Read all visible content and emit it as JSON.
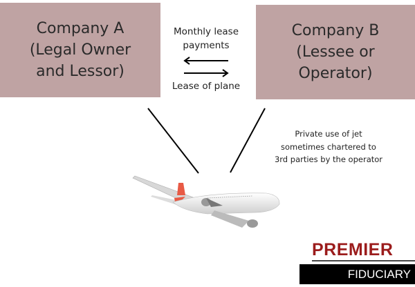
{
  "company_a": {
    "lines": [
      "Company A",
      "(Legal Owner",
      "and Lessor)"
    ]
  },
  "company_b": {
    "lines": [
      "Company B",
      "(Lessee or",
      "Operator)"
    ]
  },
  "arrows": {
    "payments_lines": [
      "Monthly lease",
      "payments"
    ],
    "lease_label": "Lease of plane"
  },
  "note": {
    "lines": [
      "Private use of jet",
      "sometimes chartered to",
      "3rd parties by the operator"
    ]
  },
  "logo": {
    "top": "PREMIER",
    "bottom": "FIDUCIARY"
  },
  "colors": {
    "box": "#bfa3a3",
    "logo_red": "#9b1c1c"
  }
}
